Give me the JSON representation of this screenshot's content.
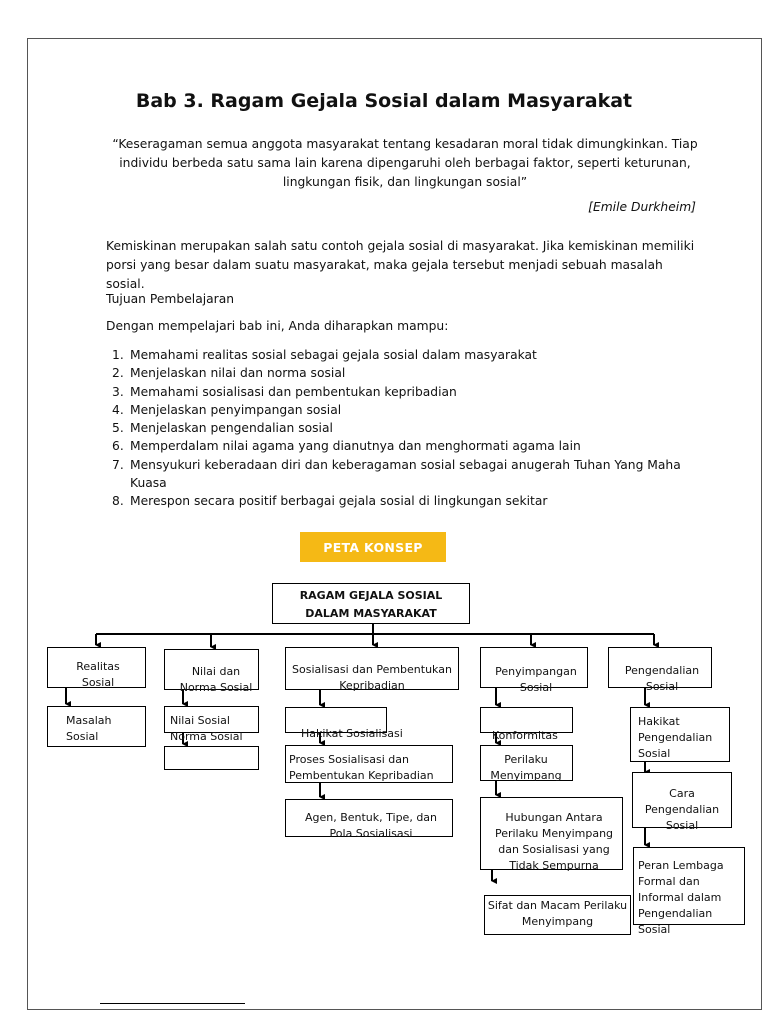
{
  "title": "Bab 3. Ragam Gejala Sosial dalam Masyarakat",
  "quote": "“Keseragaman semua anggota masyarakat tentang kesadaran moral tidak dimungkinkan. Tiap individu berbeda satu sama lain karena dipengaruhi oleh berbagai faktor, seperti keturunan, lingkungan fisik, dan lingkungan sosial”",
  "author": "[Emile Durkheim]",
  "intro": "Kemiskinan merupakan salah satu contoh gejala sosial di masyarakat. Jika kemiskinan memiliki porsi yang besar dalam suatu masyarakat, maka gejala tersebut menjadi sebuah masalah sosial.",
  "tujuan_heading": "Tujuan Pembelajaran",
  "tujuan_intro": "Dengan mempelajari bab ini, Anda diharapkan mampu:",
  "objectives": [
    {
      "num": "1.",
      "text": "Memahami realitas sosial sebagai gejala sosial dalam masyarakat"
    },
    {
      "num": "2.",
      "text": "Menjelaskan nilai dan norma sosial"
    },
    {
      "num": "3.",
      "text": "Memahami sosialisasi dan pembentukan kepribadian"
    },
    {
      "num": "4.",
      "text": "Menjelaskan penyimpangan sosial"
    },
    {
      "num": "5.",
      "text": "Menjelaskan pengendalian sosial"
    },
    {
      "num": "6.",
      "text": "Memperdalam nilai agama yang dianutnya dan menghormati agama lain"
    },
    {
      "num": "7.",
      "text": "Mensyukuri keberadaan diri dan keberagaman sosial sebagai anugerah Tuhan Yang Maha Kuasa"
    },
    {
      "num": "8.",
      "text": "Merespon secara positif berbagai gejala sosial di lingkungan sekitar"
    }
  ],
  "peta_label": "PETA KONSEP",
  "concept": {
    "root_line1": "RAGAM GEJALA SOSIAL",
    "root_line2": "DALAM MASYARAKAT",
    "realitas": "Realitas Sosial",
    "masalah": "Masalah Sosial",
    "nilai": "Nilai dan Norma Sosial",
    "nilai_sosial": "Nilai Sosial",
    "norma_sosial": "Norma Sosial",
    "sosialisasi": "Sosialisasi dan Pembentukan Kepribadian",
    "hakikat_sosialisasi": "Hakikat Sosialisasi",
    "proses_sosialisasi": "Proses Sosialisasi dan Pembentukan Kepribadian",
    "agen": "Agen, Bentuk, Tipe, dan Pola Sosialisasi",
    "penyimpangan": "Penyimpangan Sosial",
    "konformitas": "Konformitas",
    "perilaku_menyimpang": "Perilaku Menyimpang",
    "hubungan": "Hubungan Antara Perilaku Menyimpang dan Sosialisasi yang Tidak Sempurna",
    "sifat": "Sifat dan Macam Perilaku Menyimpang",
    "pengendalian": "Pengendalian Sosial",
    "hakikat_pengendalian": "Hakikat Pengendalian Sosial",
    "cara": "Cara Pengendalian Sosial",
    "peran": "Peran Lembaga Formal dan Informal dalam Pengendalian Sosial"
  }
}
